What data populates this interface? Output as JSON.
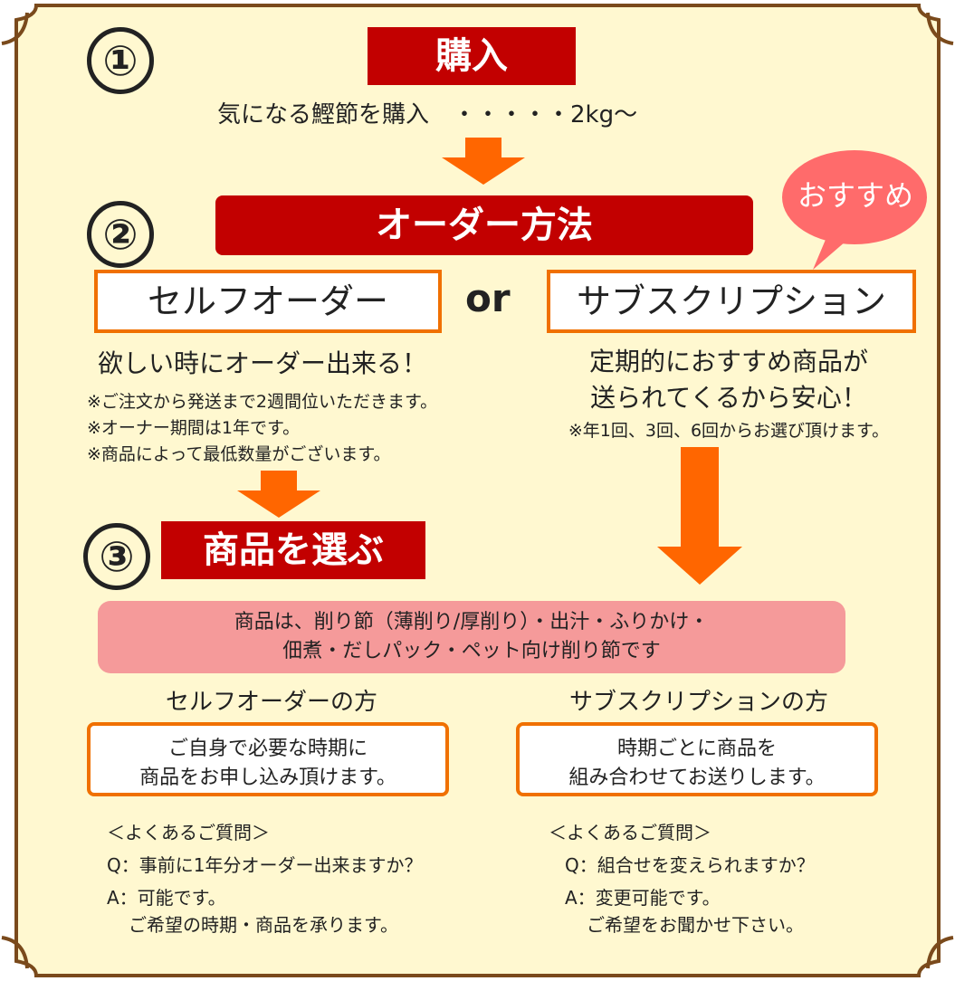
{
  "colors": {
    "background": "#fff8d0",
    "border": "#7a4a1c",
    "accent_red": "#c20000",
    "orange": "#f07000",
    "arrow": "#ff6600",
    "pink_box": "#f59a9a",
    "bubble": "#ff6b6b"
  },
  "step1": {
    "number": "①",
    "heading": "購入",
    "description": "気になる鰹節を購入　・・・・・2kg～"
  },
  "step2": {
    "number": "②",
    "heading": "オーダー方法",
    "or": "or",
    "badge": "おすすめ",
    "self_order": {
      "title": "セルフオーダー",
      "lead": "欲しい時にオーダー出来る！",
      "notes": [
        "※ご注文から発送まで2週間位いただきます。",
        "※オーナー期間は1年です。",
        "※商品によって最低数量がございます。"
      ]
    },
    "subscription": {
      "title": "サブスクリプション",
      "lead_lines": [
        "定期的におすすめ商品が",
        "送られてくるから安心！"
      ],
      "note": "※年1回、3回、6回からお選び頂けます。"
    }
  },
  "step3": {
    "number": "③",
    "heading": "商品を選ぶ",
    "products_lines": [
      "商品は、削り節（薄削り/厚削り）・出汁・ふりかけ・",
      "佃煮・だしパック・ペット向け削り節です"
    ],
    "self": {
      "title": "セルフオーダーの方",
      "box_lines": [
        "ご自身で必要な時期に",
        "商品をお申し込み頂けます。"
      ],
      "faq_header": "＜よくあるご質問＞",
      "q": "Q：事前に1年分オーダー出来ますか？",
      "a1": "A：可能です。",
      "a2": "ご希望の時期・商品を承ります。"
    },
    "sub": {
      "title": "サブスクリプションの方",
      "box_lines": [
        "時期ごとに商品を",
        "組み合わせてお送りします。"
      ],
      "faq_header": "＜よくあるご質問＞",
      "q": "Q：組合せを変えられますか？",
      "a1": "A：変更可能です。",
      "a2": "ご希望をお聞かせ下さい。"
    }
  }
}
